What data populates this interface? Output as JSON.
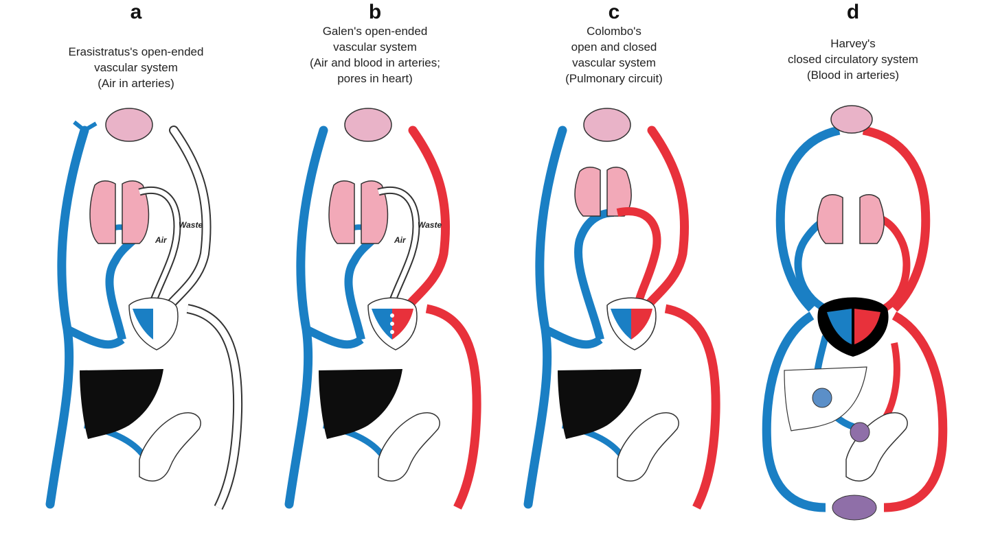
{
  "colors": {
    "vein": "#1a7fc4",
    "artery": "#e8313b",
    "air_vessel": "#ffffff",
    "outline": "#333333",
    "liver": "#0d0d0d",
    "lung": "#f2a9b8",
    "brain": "#e9b3c8",
    "heart_wall": "#000000"
  },
  "panels": [
    {
      "letter": "a",
      "caption": [
        "Erasistratus's open-ended",
        "vascular system",
        "(Air in arteries)"
      ],
      "labels": {
        "air": "Air",
        "waste": "Waste"
      },
      "arterial_content": "air"
    },
    {
      "letter": "b",
      "caption": [
        "Galen's open-ended",
        "vascular system",
        "(Air and blood in arteries;",
        "pores in heart)"
      ],
      "labels": {
        "air": "Air",
        "waste": "Waste"
      },
      "arterial_content": "blood"
    },
    {
      "letter": "c",
      "caption": [
        "Colombo's",
        "open and closed",
        "vascular system",
        "(Pulmonary circuit)"
      ],
      "arterial_content": "blood"
    },
    {
      "letter": "d",
      "caption": [
        "Harvey's",
        "closed circulatory system",
        "(Blood in arteries)"
      ],
      "arterial_content": "blood"
    }
  ]
}
